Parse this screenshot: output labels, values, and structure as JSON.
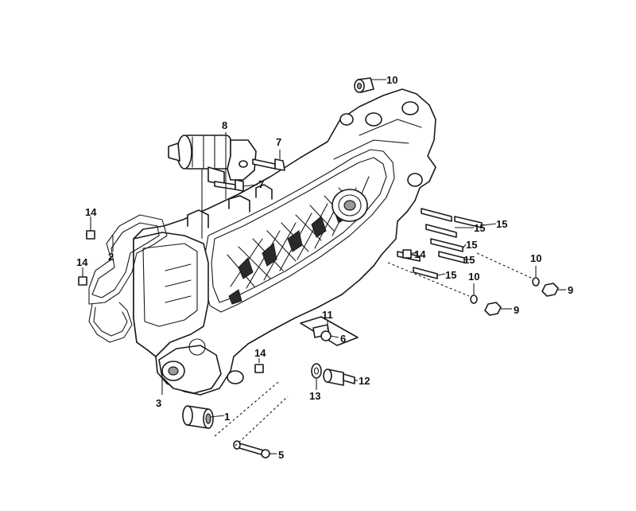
{
  "callouts": [
    {
      "id": "c1",
      "label": "1"
    },
    {
      "id": "c2",
      "label": "2"
    },
    {
      "id": "c3",
      "label": "3"
    },
    {
      "id": "c5",
      "label": "5"
    },
    {
      "id": "c6",
      "label": "6"
    },
    {
      "id": "c7a",
      "label": "7"
    },
    {
      "id": "c7b",
      "label": "7"
    },
    {
      "id": "c8",
      "label": "8"
    },
    {
      "id": "c9a",
      "label": "9"
    },
    {
      "id": "c9b",
      "label": "9"
    },
    {
      "id": "c10a",
      "label": "10"
    },
    {
      "id": "c10b",
      "label": "10"
    },
    {
      "id": "c10c",
      "label": "10"
    },
    {
      "id": "c11",
      "label": "11"
    },
    {
      "id": "c12",
      "label": "12"
    },
    {
      "id": "c13",
      "label": "13"
    },
    {
      "id": "c14a",
      "label": "14"
    },
    {
      "id": "c14b",
      "label": "14"
    },
    {
      "id": "c14c",
      "label": "14"
    },
    {
      "id": "c14d",
      "label": "14"
    },
    {
      "id": "c15a",
      "label": "15"
    },
    {
      "id": "c15b",
      "label": "15"
    },
    {
      "id": "c15c",
      "label": "15"
    },
    {
      "id": "c15d",
      "label": "15"
    },
    {
      "id": "c15e",
      "label": "15"
    }
  ]
}
